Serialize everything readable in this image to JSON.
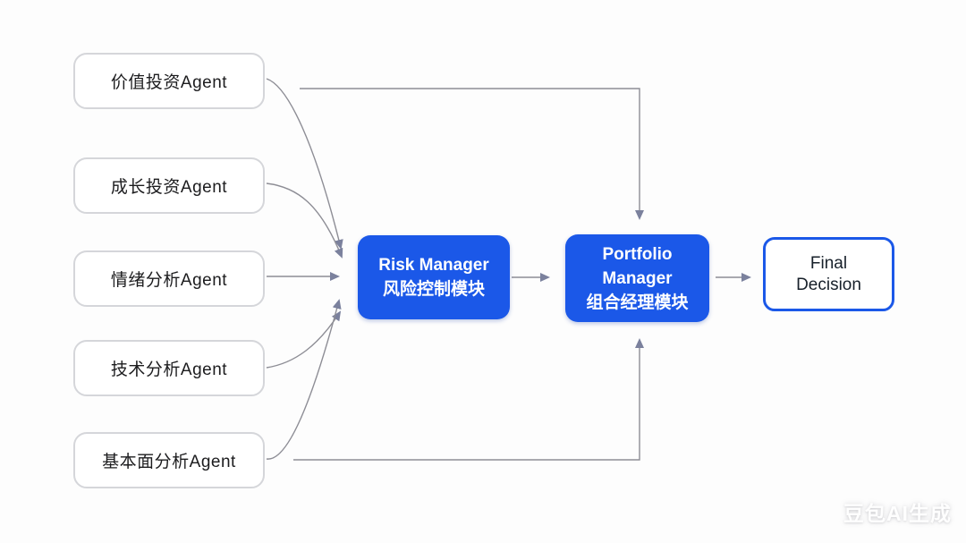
{
  "diagram": {
    "agents": [
      {
        "label": "价值投资Agent"
      },
      {
        "label": "成长投资Agent"
      },
      {
        "label": "情绪分析Agent"
      },
      {
        "label": "技术分析Agent"
      },
      {
        "label": "基本面分析Agent"
      }
    ],
    "risk_manager": {
      "title": "Risk Manager",
      "subtitle": "风险控制模块"
    },
    "portfolio_manager": {
      "title_line1": "Portfolio",
      "title_line2": "Manager",
      "subtitle": "组合经理模块"
    },
    "final_decision": {
      "line1": "Final",
      "line2": "Decision"
    },
    "colors": {
      "node_blue": "#1b58e8",
      "connector": "#8d8d95",
      "arrowhead": "#7b819d",
      "agent_border": "#d5d6da",
      "background": "#fdfdfd"
    },
    "watermark": "豆包AI生成"
  }
}
